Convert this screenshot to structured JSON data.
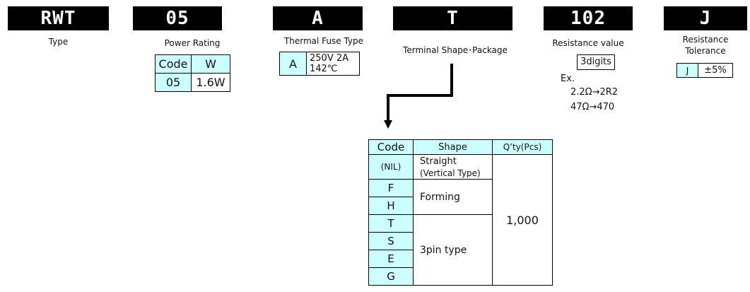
{
  "codes": {
    "type": {
      "code": "RWT",
      "label": "Type"
    },
    "power": {
      "code": "05",
      "label": "Power Rating",
      "table": {
        "h_code": "Code",
        "h_unit": "W",
        "code": "05",
        "value": "1.6W"
      }
    },
    "fuse": {
      "code": "A",
      "label": "Thermal Fuse Type",
      "table": {
        "code": "A",
        "spec_line1": "250V 2A",
        "spec_line2": "142℃"
      }
    },
    "terminal": {
      "code": "T",
      "label": "Terminal Shape･Package"
    },
    "resistance": {
      "code": "102",
      "label": "Resistance value",
      "box": "3digits",
      "ex_label": "Ex.",
      "ex1": "2.2Ω→2R2",
      "ex2": "47Ω→470"
    },
    "tolerance": {
      "code": "J",
      "label_line1": "Resistance",
      "label_line2": "Tolerance",
      "table": {
        "code": "J",
        "value": "±5%"
      }
    }
  },
  "shape_table": {
    "headers": {
      "code": "Code",
      "shape": "Shape",
      "qty": "Q’ty(Pcs)"
    },
    "rows": {
      "nil": {
        "code": "(NIL)",
        "shape_line1": "Straight",
        "shape_line2": "(Vertical Type)"
      },
      "f": {
        "code": "F"
      },
      "h": {
        "code": "H"
      },
      "t": {
        "code": "T"
      },
      "s": {
        "code": "S"
      },
      "e": {
        "code": "E"
      },
      "g": {
        "code": "G"
      }
    },
    "forming": "Forming",
    "pin3": "3pin type",
    "qty": "1,000"
  }
}
